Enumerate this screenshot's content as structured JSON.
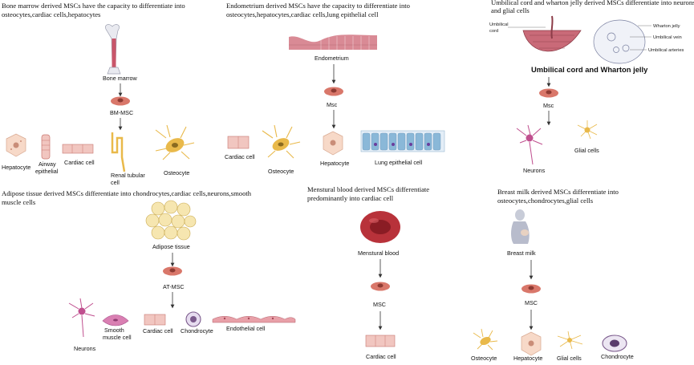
{
  "panels": {
    "bone_marrow": {
      "title_line1": "Bone marrow derived MSCs have the capacity to differentiate into",
      "title_line2": "osteocytes,cardiac cells,hepatocytes",
      "source": "Bone marrow",
      "stem": "BM-MSC",
      "cells": {
        "hepatocyte": "Hepatocyte",
        "airway_line1": "Airway",
        "airway_line2": "epithelial",
        "cardiac": "Cardiac cell",
        "renal_line1": "Renal tubular",
        "renal_line2": "cell",
        "osteocyte": "Osteocyte"
      }
    },
    "endometrium": {
      "title_line1": "Endometrium derived MSCs have the capacity to differentiate into",
      "title_line2": "osteocytes,hepatocytes,cardiac cells,lung epithelial cell",
      "source": "Endometrium",
      "stem": "Msc",
      "cells": {
        "cardiac": "Cardiac cell",
        "osteocyte": "Osteocyte",
        "hepatocyte": "Hepatocyte",
        "lung": "Lung epithelial cell"
      }
    },
    "umbilical": {
      "title_line1": "Umbilical cord and wharton jelly derived MSCs differentiate into neurons",
      "title_line2": "and glial cells",
      "source": "Umbilical cord and Wharton jelly",
      "anatomy": {
        "cord_line1": "Umbilical",
        "cord_line2": "cord",
        "wharton": "Wharton jelly",
        "vein": "Umbilical vein",
        "arteries": "Umbilical arteries"
      },
      "stem": "Msc",
      "cells": {
        "neurons": "Neurons",
        "glial": "Glial cells"
      }
    },
    "adipose": {
      "title_line1": "Adipose tissue derived MSCs differentiate into chondrocytes,cardiac cells,neurons,smooth",
      "title_line2": "muscle cells",
      "source": "Adipose tissue",
      "stem": "AT-MSC",
      "cells": {
        "neurons": "Neurons",
        "smooth_line1": "Smooth",
        "smooth_line2": "muscle cell",
        "cardiac": "Cardiac cell",
        "chondrocyte": "Chondrocyte",
        "endothelial": "Endothelial cell"
      }
    },
    "menstrual": {
      "title_line1": "Menstural blood derived MSCs differentiate",
      "title_line2": "predominantly into cardiac cell",
      "source": "Menstural blood",
      "stem": "MSC",
      "cells": {
        "cardiac": "Cardiac cell"
      }
    },
    "breast_milk": {
      "title_line1": "Breast milk derived MSCs differentiate into",
      "title_line2": "osteocytes,chondrocytes,glial cells",
      "source": "Breast milk",
      "stem": "MSC",
      "cells": {
        "osteocyte": "Osteocyte",
        "hepatocyte": "Hepatocyte",
        "glial": "Glial cells",
        "chondrocyte": "Chondrocyte"
      }
    }
  },
  "colors": {
    "mscCell": "#d9776a",
    "mscNucleus": "#8e3b33",
    "hepatocyte": "#f7d9c8",
    "hepatocyteNucleus": "#c98d78",
    "cardiac": "#f1c6c0",
    "osteocyte": "#e9b94a",
    "bone": "#c9566a",
    "boneShaft": "#e9eaf0",
    "adipocyte": "#f6e6b0",
    "blood": "#b8323a",
    "neuron": "#c0508f",
    "chondrocyte": "#7b5a8c",
    "endometrium": "#d98a95",
    "lungCell": "#8ab8d8"
  }
}
